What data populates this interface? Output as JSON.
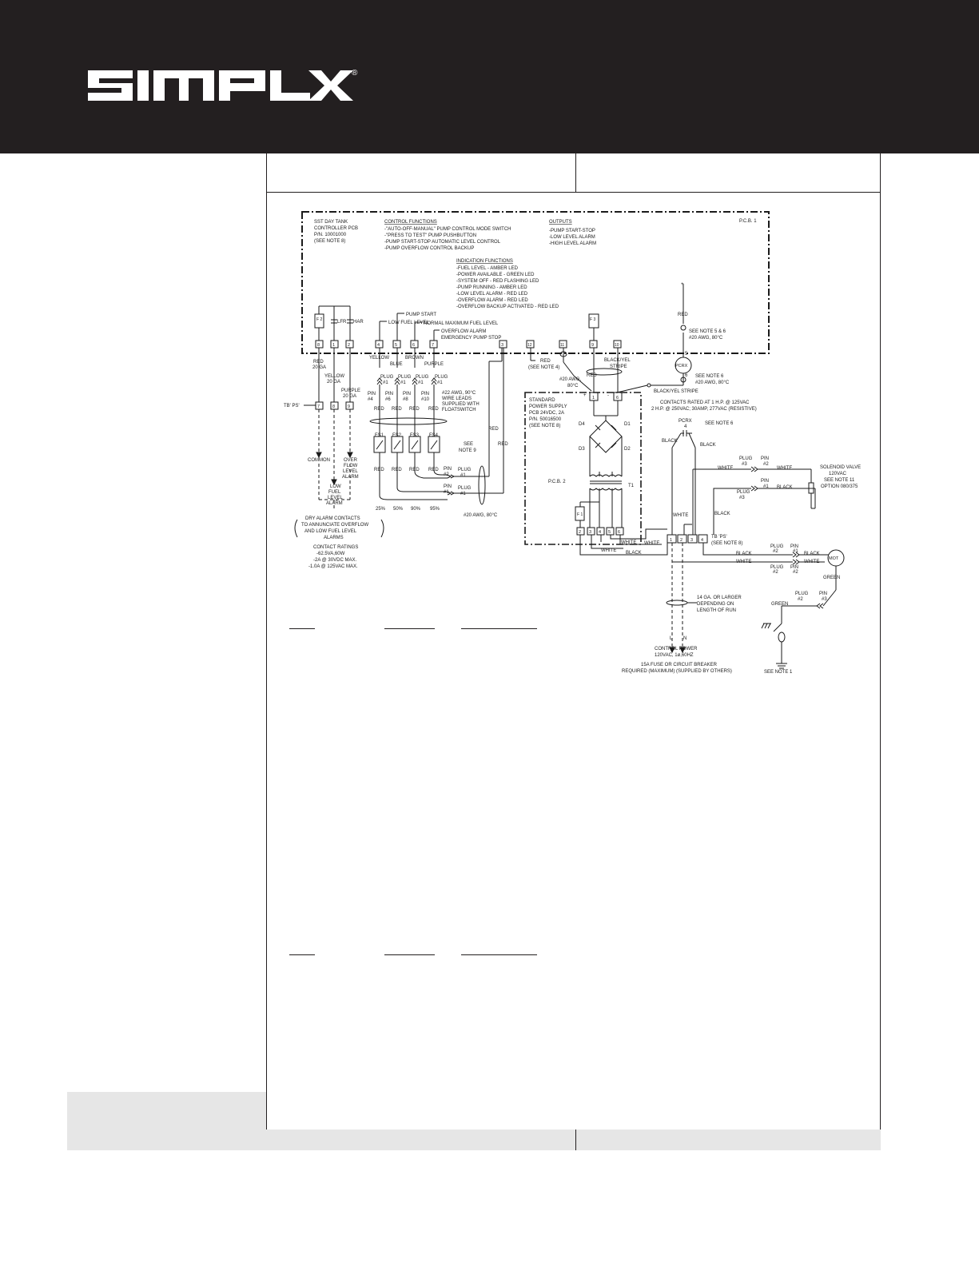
{
  "brand": {
    "name": "SIMPLX",
    "mark": "®",
    "header_color": "#231f20"
  },
  "pcb1": {
    "label": "P.C.B. 1",
    "controller": [
      "SST DAY TANK",
      "CONTROLLER PCB",
      "P/N. 10001000",
      "(SEE NOTE 8)"
    ],
    "control_title": "CONTROL FUNCTIONS",
    "control_items": [
      "-\"AUTO-OFF-MANUAL\" PUMP CONTROL MODE SWITCH",
      "-\"PRESS TO TEST\" PUMP PUSHBUTTON",
      "-PUMP START-STOP AUTOMATIC LEVEL CONTROL",
      "-PUMP OVERFLOW CONTROL BACKUP"
    ],
    "outputs_title": "OUTPUTS",
    "outputs_items": [
      "-PUMP START-STOP",
      "-LOW LEVEL ALARM",
      "-HIGH LEVEL ALARM"
    ],
    "indication_title": "INDICATION FUNCTIONS",
    "indication_items": [
      "-FUEL LEVEL - AMBER LED",
      "-POWER AVAILABLE - GREEN LED",
      "-SYSTEM OFF - RED FLASHING LED",
      "-PUMP RUNNING - AMBER LED",
      "-LOW LEVEL ALARM - RED LED",
      "-OVERFLOW ALARM - RED LED",
      "-OVERFLOW BACKUP ACTIVATED - RED LED"
    ]
  },
  "terminals": {
    "f2": "F 2",
    "f3": "F 3",
    "f1": "F 1",
    "lfr": "LFR",
    "har": "HAR",
    "top": [
      "8",
      "1",
      "2",
      "4",
      "5",
      "6",
      "7",
      "3",
      "12",
      "11",
      "9",
      "10"
    ],
    "ps": [
      "7",
      "8",
      "9"
    ],
    "psu_top": [
      "1",
      "6"
    ],
    "psu_bottom": [
      "2",
      "3",
      "4",
      "5",
      "6"
    ],
    "tb_main": [
      "1",
      "2",
      "3",
      "4"
    ],
    "plus": "+",
    "minus": "-"
  },
  "labels": {
    "low_fuel_level": "LOW FUEL LEVEL",
    "pump_start": "PUMP START",
    "normal_max": "NORMAL MAXIMUM FUEL LEVEL",
    "overflow_alarm": "OVERFLOW ALARM",
    "emergency_stop": "EMERGENCY PUMP STOP",
    "yellow": "YELLOW",
    "blue": "BLUE",
    "brown": "BROWN",
    "purple": "PURPLE",
    "red": "RED",
    "red_20ga": "20 GA",
    "yellow_20ga": "20 GA",
    "purple_20ga": "20 GA",
    "see_note4": "(SEE NOTE 4)",
    "awg20": "#20 AWG,",
    "c80": "80°C",
    "black_yel": "BLACK/YEL",
    "stripe": "STRIPE",
    "black_yel_stripe": "BLACK/YEL STRIPE",
    "see_note56": "SEE NOTE 5 & 6",
    "awg20_80": "#20 AWG, 80°C",
    "see_note6": "SEE NOTE 6",
    "pcrx": "PCRX",
    "pcrx_5": "5",
    "pcrx_6": "6",
    "pcrx_4": "4",
    "tb_ps": "TB' PS'",
    "common": "COMMON",
    "overflow_alarm_lbl": [
      "OVER",
      "FLOW",
      "LEVEL",
      "ALARM"
    ],
    "low_fuel_alarm": [
      "LOW",
      "FUEL",
      "LEVEL",
      "ALARM"
    ],
    "dry_contacts": [
      "DRY ALARM CONTACTS",
      "TO ANNUNCIATE OVERFLOW",
      "AND LOW FUEL LEVEL",
      "ALARMS"
    ],
    "contact_ratings": [
      "CONTACT RATINGS",
      "-62.5VA,60W",
      "-2A @ 30VDC MAX.",
      "-1.0A @ 125VAC MAX."
    ],
    "plug": "PLUG",
    "pin": "PIN",
    "p1": "#1",
    "p2": "#2",
    "p3": "#3",
    "p4": "#4",
    "p6": "#6",
    "p8": "#8",
    "p10": "#10",
    "wire22": [
      "#22 AWG, 90°C",
      "WIRE LEADS",
      "SUPPLIED WITH",
      "FLOATSWITCH"
    ],
    "fs": [
      "FS1",
      "FS2",
      "FS3",
      "FS4"
    ],
    "percents": [
      "25%",
      "50%",
      "90%",
      "95%"
    ],
    "see_note9": [
      "SEE",
      "NOTE 9"
    ],
    "awg20_80b": "#20 AWG, 80°C",
    "psu": [
      "STANDARD",
      "POWER SUPPLY",
      "PCB 24VDC, 2A",
      "P/N. 50016500",
      "(SEE NOTE 8)"
    ],
    "d": [
      "D4",
      "D1",
      "D3",
      "D2"
    ],
    "pcb2": "P.C.B. 2",
    "t1": "T1",
    "contacts_rated": [
      "CONTACTS RATED AT 1 H.P. @ 125VAC",
      "2 H.P. @ 250VAC; 30AMP, 277VAC (RESISTIVE)"
    ],
    "black": "BLACK",
    "white": "WHITE",
    "green": "GREEN",
    "solenoid": [
      "SOLENOID VALVE",
      "120VAC",
      "SEE NOTE 11",
      "OPTION 080/375"
    ],
    "tb_ps_note": [
      "TB 'PS'",
      "(SEE NOTE 8)"
    ],
    "mot": "MOT",
    "gauge14": [
      "14 GA. OR LARGER",
      "DEPENDING ON",
      "LENGTH OF RUN"
    ],
    "control_power": [
      "CONTROL POWER",
      "120VAC, 1ø,60HZ",
      "15A FUSE OR CIRCUIT BREAKER",
      "REQUIRED (MAXIMUM) (SUPPLIED BY OTHERS)"
    ],
    "see_note1": "SEE NOTE 1",
    "l": "L",
    "n": "N"
  }
}
